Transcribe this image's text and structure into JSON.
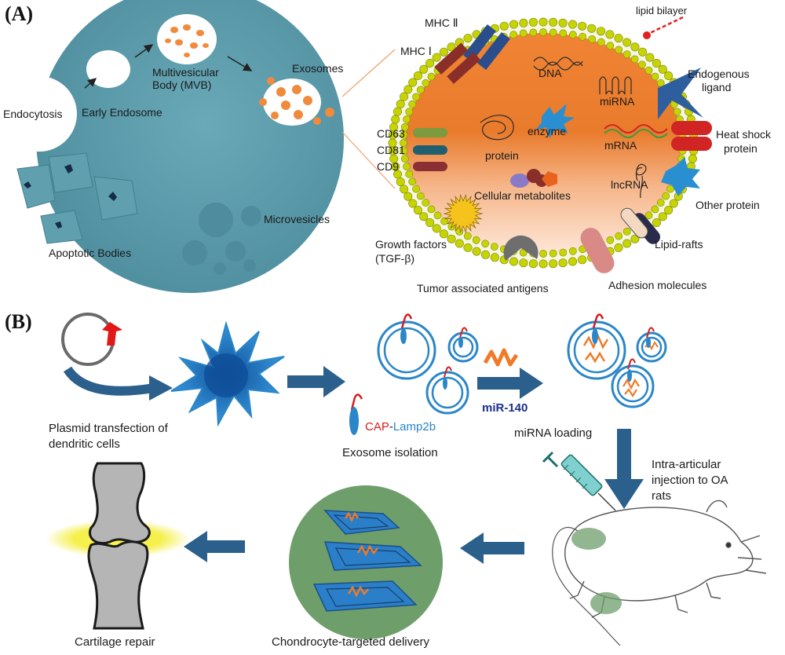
{
  "panels": {
    "a": "(A)",
    "b": "(B)"
  },
  "cell": {
    "endocytosis": "Endocytosis",
    "early_endosome": "Early Endosome",
    "mvb_line1": "Multivesicular",
    "mvb_line2": "Body (MVB)",
    "exosomes": "Exosomes",
    "microvesicles": "Microvesicles",
    "apoptotic": "Apoptotic Bodies"
  },
  "exosome": {
    "mhc2": "MHC Ⅱ",
    "mhc1": "MHC Ⅰ",
    "lipid_bilayer": "lipid bilayer",
    "dna": "DNA",
    "mirna": "miRNA",
    "endogenous_line1": "Endogenous",
    "endogenous_line2": "ligand",
    "cd63": "CD63",
    "cd81": "CD81",
    "cd9": "CD9",
    "enzyme": "enzyme",
    "protein": "protein",
    "mrna": "mRNA",
    "heat_shock_line1": "Heat shock",
    "heat_shock_line2": "protein",
    "metabolites": "Cellular metabolites",
    "lncrna": "lncRNA",
    "other_protein": "Other protein",
    "growth_line1": "Growth factors",
    "growth_line2": "(TGF-β)",
    "lipid_rafts": "Lipid-rafts",
    "tumor_antigens": "Tumor associated antigens",
    "adhesion": "Adhesion molecules"
  },
  "workflow": {
    "plasmid_line1": "Plasmid transfection of",
    "plasmid_line2": "dendritic cells",
    "cap": "CAP",
    "lamp_sep": "-",
    "lamp": "Lamp2b",
    "isolation": "Exosome isolation",
    "mir140": "miR-140",
    "loading": "miRNA loading",
    "injection_line1": "Intra-articular",
    "injection_line2": "injection to OA",
    "injection_line3": "rats",
    "delivery": "Chondrocyte-targeted delivery",
    "repair": "Cartilage repair"
  },
  "colors": {
    "cell": "#5e9fae",
    "exosome_core": "#f08a3c",
    "exosome_edge": "#fbe0cc",
    "bilayer_bead": "#c8d400",
    "arrow": "#2b5f8c",
    "dendritic": "#2a7fc8",
    "cap_red": "#d21e1e",
    "lamp_blue": "#2a86c8",
    "mir_orange": "#f07a28",
    "mir_label": "#1b2f8a",
    "delivery_circle": "#6e9e6a",
    "glow": "#f2ec1e"
  }
}
